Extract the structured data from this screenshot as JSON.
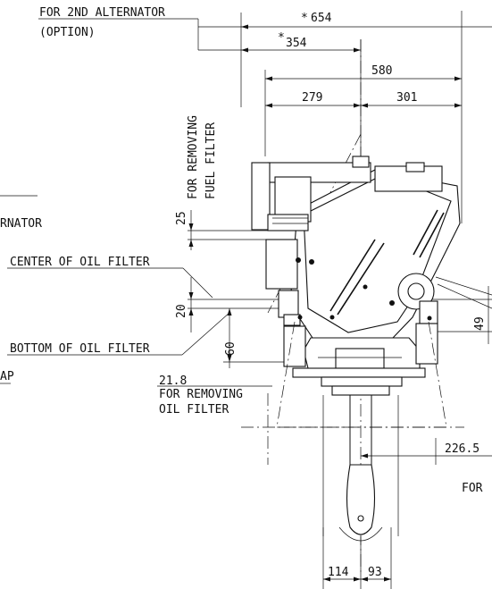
{
  "labels": {
    "alt2_line1": "FOR 2ND ALTERNATOR",
    "alt2_line2": "(OPTION)",
    "fuel_line1": "FOR REMOVING",
    "fuel_line2": "FUEL FILTER",
    "partial_rnator": "RNATOR",
    "center_oil_filter": "CENTER OF OIL FILTER",
    "bottom_oil_filter": "BOTTOM OF OIL FILTER",
    "partial_ap": "AP",
    "oil_remove_line1": "FOR REMOVING",
    "oil_remove_line2": "OIL FILTER",
    "partial_for": "FOR"
  },
  "dimensions": {
    "d654": "654",
    "d354": "354",
    "d580": "580",
    "d279": "279",
    "d301": "301",
    "d25": "25",
    "d20": "20",
    "d60": "60",
    "d49": "49",
    "d21_8": "21.8",
    "d226_5": "226.5",
    "d114": "114",
    "d93": "93"
  },
  "markers": {
    "asterisk": "*"
  }
}
